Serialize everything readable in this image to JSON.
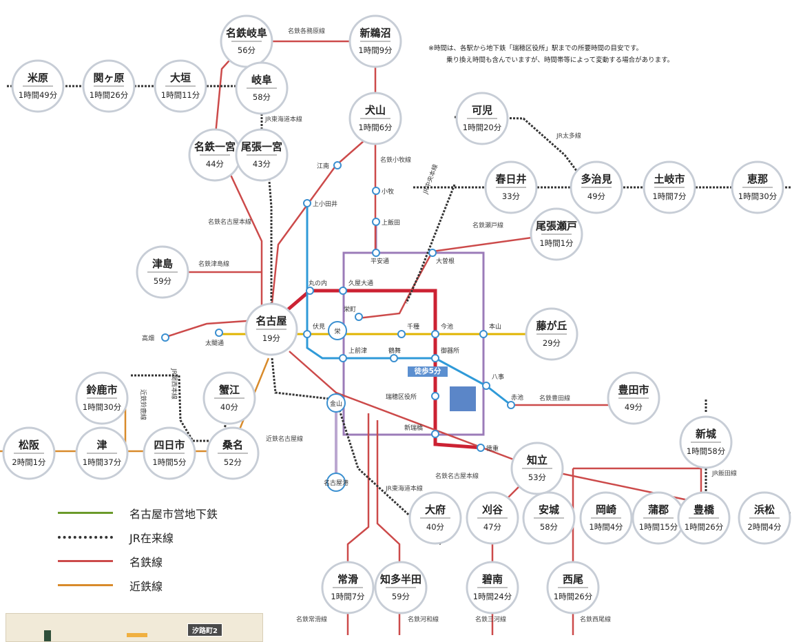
{
  "note": {
    "line1": "※時間は、各駅から地下鉄「瑞穂区役所」駅までの所要時間の目安です。",
    "line2": "乗り換え時間も含んでいますが、時間帯等によって変動する場合があります。"
  },
  "colors": {
    "subway_green": "#6a9a2a",
    "jr": "#333333",
    "meitetsu": "#cc4a4a",
    "kintetsu": "#d88a2a",
    "sakuradori": "#cc2233",
    "higashiyama": "#e0b400",
    "meijo": "#9b7bb8",
    "tsurumai": "#2f9ad8",
    "meiko": "#bba7d0",
    "ring": "#c7cdd6"
  },
  "stations": [
    {
      "id": "meitetsu-gifu",
      "name": "名鉄岐阜",
      "time": "56分"
    },
    {
      "id": "shin-unuma",
      "name": "新鵜沼",
      "time": "1時間9分"
    },
    {
      "id": "maibara",
      "name": "米原",
      "time": "1時間49分"
    },
    {
      "id": "sekigahara",
      "name": "関ヶ原",
      "time": "1時間26分"
    },
    {
      "id": "ogaki",
      "name": "大垣",
      "time": "1時間11分"
    },
    {
      "id": "gifu",
      "name": "岐阜",
      "time": "58分"
    },
    {
      "id": "inuyama",
      "name": "犬山",
      "time": "1時間6分"
    },
    {
      "id": "kani",
      "name": "可児",
      "time": "1時間20分"
    },
    {
      "id": "meitetsu-ichinomiya",
      "name": "名鉄一宮",
      "time": "44分"
    },
    {
      "id": "owari-ichinomiya",
      "name": "尾張一宮",
      "time": "43分"
    },
    {
      "id": "kasugai",
      "name": "春日井",
      "time": "33分"
    },
    {
      "id": "tajimi",
      "name": "多治見",
      "time": "49分"
    },
    {
      "id": "tokishi",
      "name": "土岐市",
      "time": "1時間7分"
    },
    {
      "id": "ena",
      "name": "恵那",
      "time": "1時間30分"
    },
    {
      "id": "owari-seto",
      "name": "尾張瀬戸",
      "time": "1時間1分"
    },
    {
      "id": "tsushima",
      "name": "津島",
      "time": "59分"
    },
    {
      "id": "nagoya",
      "name": "名古屋",
      "time": "19分"
    },
    {
      "id": "fujigaoka",
      "name": "藤が丘",
      "time": "29分"
    },
    {
      "id": "suzuka",
      "name": "鈴鹿市",
      "time": "1時間30分"
    },
    {
      "id": "kanie",
      "name": "蟹江",
      "time": "40分"
    },
    {
      "id": "toyotashi",
      "name": "豊田市",
      "time": "49分"
    },
    {
      "id": "shinshiro",
      "name": "新城",
      "time": "1時間58分"
    },
    {
      "id": "matsusaka",
      "name": "松阪",
      "time": "2時間1分"
    },
    {
      "id": "tsu",
      "name": "津",
      "time": "1時間37分"
    },
    {
      "id": "yokkaichi",
      "name": "四日市",
      "time": "1時間5分"
    },
    {
      "id": "kuwana",
      "name": "桑名",
      "time": "52分"
    },
    {
      "id": "chiryu",
      "name": "知立",
      "time": "53分"
    },
    {
      "id": "obu",
      "name": "大府",
      "time": "40分"
    },
    {
      "id": "kariya",
      "name": "刈谷",
      "time": "47分"
    },
    {
      "id": "anjo",
      "name": "安城",
      "time": "58分"
    },
    {
      "id": "okazaki",
      "name": "岡崎",
      "time": "1時間4分"
    },
    {
      "id": "gamagori",
      "name": "蒲郡",
      "time": "1時間15分"
    },
    {
      "id": "toyohashi",
      "name": "豊橋",
      "time": "1時間26分"
    },
    {
      "id": "hamamatsu",
      "name": "浜松",
      "time": "2時間4分"
    },
    {
      "id": "tokoname",
      "name": "常滑",
      "time": "1時間7分"
    },
    {
      "id": "chitahanda",
      "name": "知多半田",
      "time": "59分"
    },
    {
      "id": "hekinan",
      "name": "碧南",
      "time": "1時間24分"
    },
    {
      "id": "nishio",
      "name": "西尾",
      "time": "1時間26分"
    }
  ],
  "small_stations": [
    {
      "id": "konan",
      "label": "江南"
    },
    {
      "id": "kamiotai",
      "label": "上小田井"
    },
    {
      "id": "komaki",
      "label": "小牧"
    },
    {
      "id": "kamiiida",
      "label": "上飯田"
    },
    {
      "id": "heiando",
      "label": "平安通"
    },
    {
      "id": "ozone",
      "label": "大曽根"
    },
    {
      "id": "marunouchi",
      "label": "丸の内"
    },
    {
      "id": "hisaya",
      "label": "久屋大通"
    },
    {
      "id": "sakaemachi",
      "label": "栄町"
    },
    {
      "id": "sakae",
      "label": "栄"
    },
    {
      "id": "fushimi",
      "label": "伏見"
    },
    {
      "id": "chikusa",
      "label": "千種"
    },
    {
      "id": "imaike",
      "label": "今池"
    },
    {
      "id": "motoyama",
      "label": "本山"
    },
    {
      "id": "kamimaezu",
      "label": "上前津"
    },
    {
      "id": "tsurumai",
      "label": "鶴舞"
    },
    {
      "id": "gokiso",
      "label": "御器所"
    },
    {
      "id": "yagoto",
      "label": "八事"
    },
    {
      "id": "akaike",
      "label": "赤池"
    },
    {
      "id": "mizuho",
      "label": "瑞穂区役所"
    },
    {
      "id": "aratamabashi",
      "label": "新瑞橋"
    },
    {
      "id": "tokushige",
      "label": "徳重"
    },
    {
      "id": "kanayama",
      "label": "金山"
    },
    {
      "id": "meikou",
      "label": "名古屋港"
    },
    {
      "id": "taiko",
      "label": "太閤通"
    },
    {
      "id": "takabata",
      "label": "高畑"
    }
  ],
  "line_labels": {
    "kakamigahara": "名鉄各務原線",
    "jr_tokaido_top": "JR東海道本線",
    "jr_taita": "JR太多線",
    "komaki_line": "名鉄小牧線",
    "chuo_line": "JR中央本線",
    "seto_line": "名鉄瀬戸線",
    "meitetsu_nagoya_honsen": "名鉄名古屋本線",
    "tsushima_line": "名鉄津島線",
    "kintetsu_suzuka": "近鉄鈴鹿線",
    "jr_kansai": "JR関西本線",
    "kintetsu_nagoya": "近鉄名古屋線",
    "toyota_line": "名鉄豊田線",
    "meitetsu_nagoya_honsen_2": "名鉄名古屋本線",
    "jr_iida": "JR飯田線",
    "jr_tokaido_bottom": "JR東海道本線",
    "tokoname_line": "名鉄常滑線",
    "kowa_line": "名鉄河和線",
    "mikawa_line": "名鉄三河線",
    "nishio_line": "名鉄西尾線"
  },
  "walk_badge": "徒歩5分",
  "legend": [
    {
      "label": "名古屋市営地下鉄",
      "color": "#6a9a2a",
      "style": "solid"
    },
    {
      "label": "JR在来線",
      "color": "#333333",
      "style": "dashed"
    },
    {
      "label": "名鉄線",
      "color": "#cc4a4a",
      "style": "solid"
    },
    {
      "label": "近鉄線",
      "color": "#d88a2a",
      "style": "solid"
    }
  ],
  "mini_map": {
    "badge": "汐路町2"
  }
}
